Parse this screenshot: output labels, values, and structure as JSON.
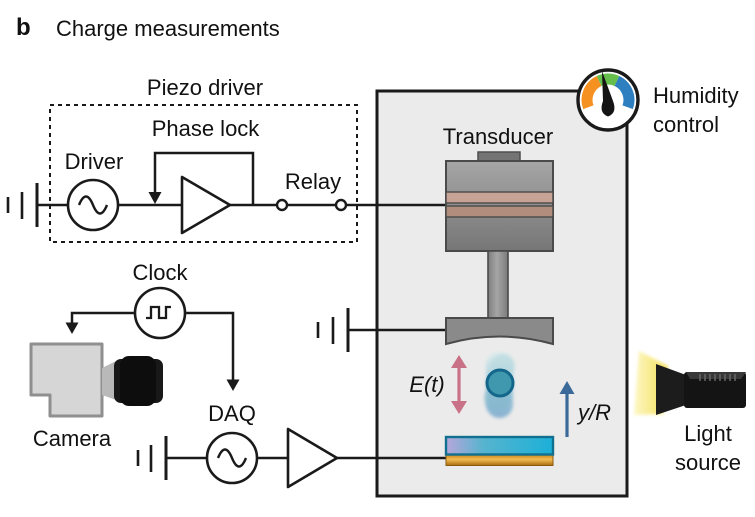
{
  "figure": {
    "panel_label": "b",
    "title": "Charge measurements"
  },
  "labels": {
    "piezo_driver": "Piezo driver",
    "phase_lock": "Phase lock",
    "driver": "Driver",
    "relay": "Relay",
    "transducer": "Transducer",
    "humidity_control": "Humidity control",
    "clock": "Clock",
    "camera": "Camera",
    "daq": "DAQ",
    "e_field": "E(t)",
    "y_over_r": "y/R",
    "light_source": "Light source"
  },
  "icons": {
    "humidity_gauge": "gauge-with-needle",
    "driver_source": "sine-wave-source",
    "daq_source": "sine-wave-source",
    "clock_source": "square-wave-source",
    "amplifier": "triangle-amplifier",
    "ground": "ground-symbol",
    "relay": "two-contact-relay",
    "camera": "camera-with-lens",
    "light_source": "spotlight-lamp",
    "droplet": "levitated-droplet",
    "e_field_arrow": "double-headed-vertical-arrow",
    "y_r_arrow": "up-arrow"
  },
  "colors": {
    "wire": "#1a1a1a",
    "chamber_fill": "#ebebeb",
    "gauge_orange": "#f59120",
    "gauge_green": "#66bf4c",
    "gauge_blue": "#2e7fc0",
    "e_arrow_pink": "#c97287",
    "y_arrow_blue": "#3a699a",
    "piezo_ring_tan": "#c6a394",
    "substrate_cyan": "#1cb0d8",
    "substrate_lavender": "#b7a6da",
    "substrate_gold": "#e0a035",
    "droplet_teal": "#3f98ad",
    "glow_yellow": "#f3df55"
  }
}
